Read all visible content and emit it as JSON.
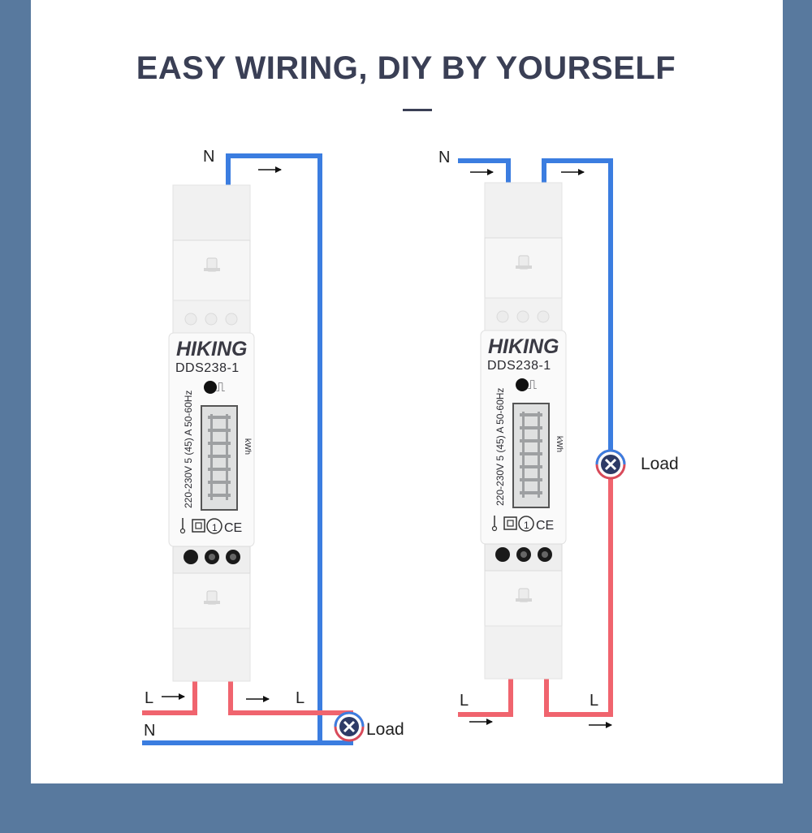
{
  "title": "EASY WIRING, DIY BY YOURSELF",
  "colors": {
    "background": "#58799e",
    "panel": "#ffffff",
    "neutral_wire": "#3b7de0",
    "live_wire": "#f0646e",
    "title": "#3a3f55"
  },
  "diagrams": [
    {
      "meter": {
        "brand": "HIKING",
        "model": "DDS238-1",
        "rating": "220-230V 5 (45) A 50-60Hz",
        "unit": "kWh",
        "marks": {
          "pulse": "⎍",
          "class": "1",
          "ce": "CE"
        }
      },
      "labels": {
        "n_top": "N",
        "l_in": "L",
        "l_out": "L",
        "n_bottom": "N",
        "load": "Load"
      }
    },
    {
      "meter": {
        "brand": "HIKING",
        "model": "DDS238-1",
        "rating": "220-230V 5 (45) A 50-60Hz",
        "unit": "kWh",
        "marks": {
          "pulse": "⎍",
          "class": "1",
          "ce": "CE"
        }
      },
      "labels": {
        "n_in": "N",
        "l_in": "L",
        "l_out": "L",
        "load": "Load"
      }
    }
  ]
}
